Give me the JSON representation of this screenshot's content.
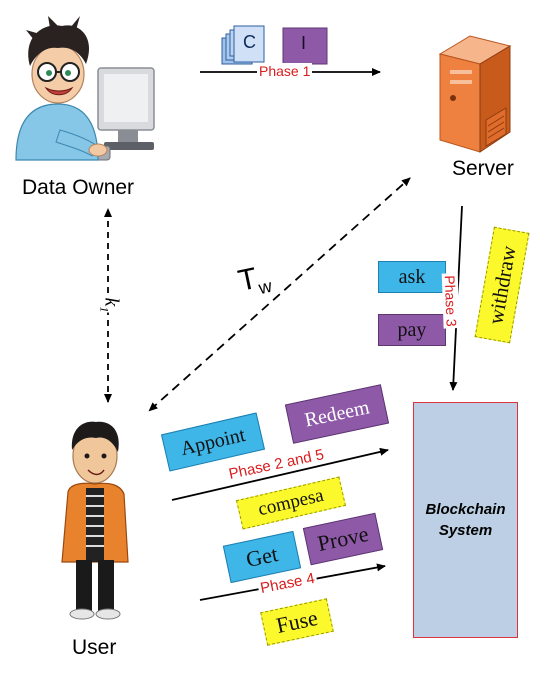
{
  "actors": {
    "data_owner": "Data Owner",
    "server": "Server",
    "user": "User"
  },
  "phase1": {
    "label": "Phase 1",
    "item_c": "C",
    "item_i": "I"
  },
  "tw": {
    "main": "T",
    "sub": "w"
  },
  "k1": {
    "main": "k",
    "sub": "1"
  },
  "phase3": {
    "label": "Phase 3",
    "ask": "ask",
    "pay": "pay",
    "withdraw": "withdraw"
  },
  "phase25": {
    "label": "Phase 2 and 5",
    "appoint": "Appoint",
    "redeem": "Redeem",
    "compesa": "compesa"
  },
  "phase4": {
    "label": "Phase 4",
    "get": "Get",
    "prove": "Prove",
    "fuse": "Fuse"
  },
  "blockchain": {
    "line1": "Blockchain",
    "line2": "System"
  },
  "colors": {
    "phase_text": "#d91c1c",
    "blue_box": "#3fb6e8",
    "purple_box": "#8e5aa8",
    "yellow_box": "#fbf82c",
    "blockchain_fill": "#bccfe4",
    "blockchain_border": "#d9343a"
  }
}
